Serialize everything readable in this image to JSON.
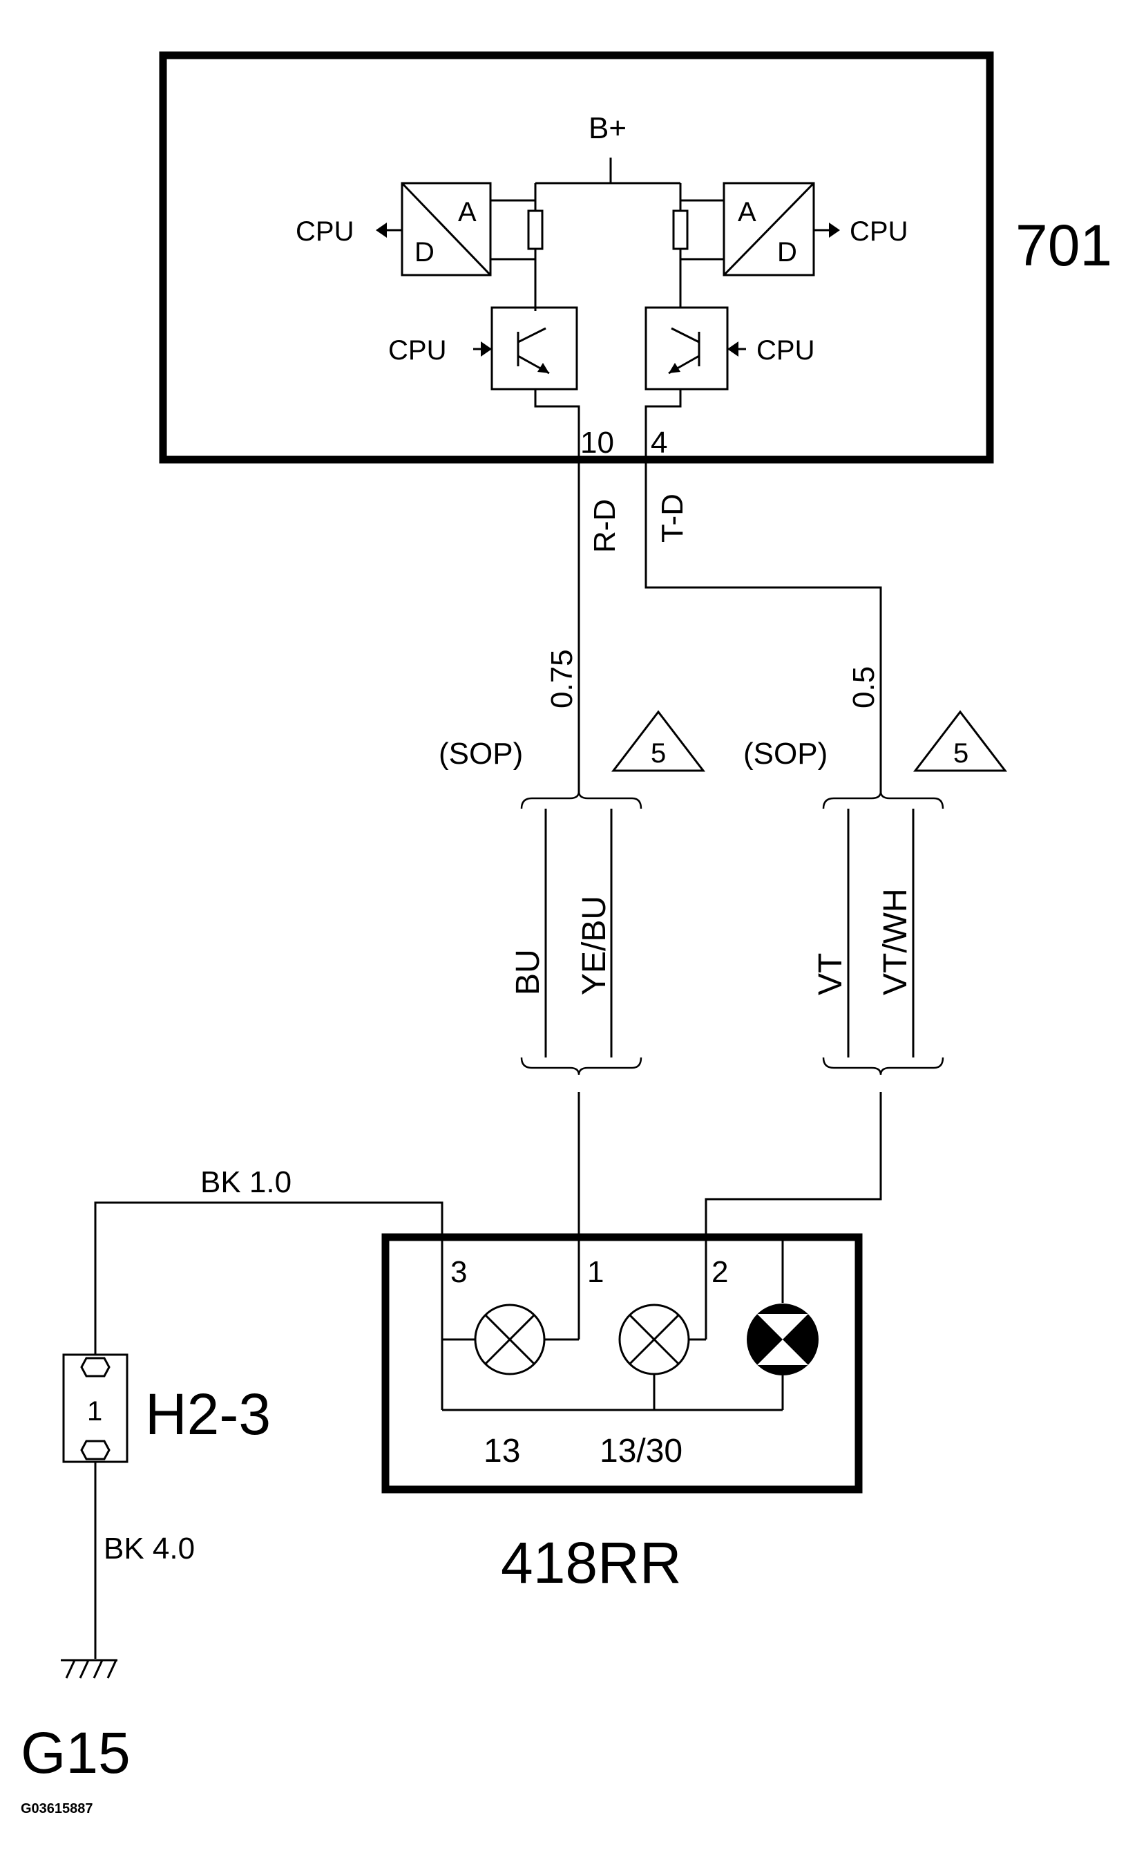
{
  "module_701": {
    "id": "701",
    "supply": "B+",
    "cpu_label": "CPU",
    "adc_a": "A",
    "adc_d": "D",
    "pin_rx": "10",
    "pin_tx": "4"
  },
  "wires": {
    "rx_signal": "R-D",
    "tx_signal": "T-D",
    "rx_size": "0.75",
    "tx_size": "0.5",
    "sop_left": "(SOP)",
    "sop_right": "(SOP)",
    "note_left": "5",
    "note_right": "5",
    "rx_color_a": "BU",
    "rx_color_b": "YE/BU",
    "tx_color_a": "VT",
    "tx_color_b": "VT/WH",
    "ground_wire_top": "BK  1.0",
    "ground_wire_bottom": "BK  4.0"
  },
  "connector_h2": {
    "id": "H2-3",
    "pin": "1"
  },
  "lamp_418rr": {
    "id": "418RR",
    "pin_3": "3",
    "pin_1": "1",
    "pin_2": "2",
    "label_13": "13",
    "label_13_30": "13/30"
  },
  "ground": {
    "id": "G15"
  },
  "figure_code": "G03615887"
}
